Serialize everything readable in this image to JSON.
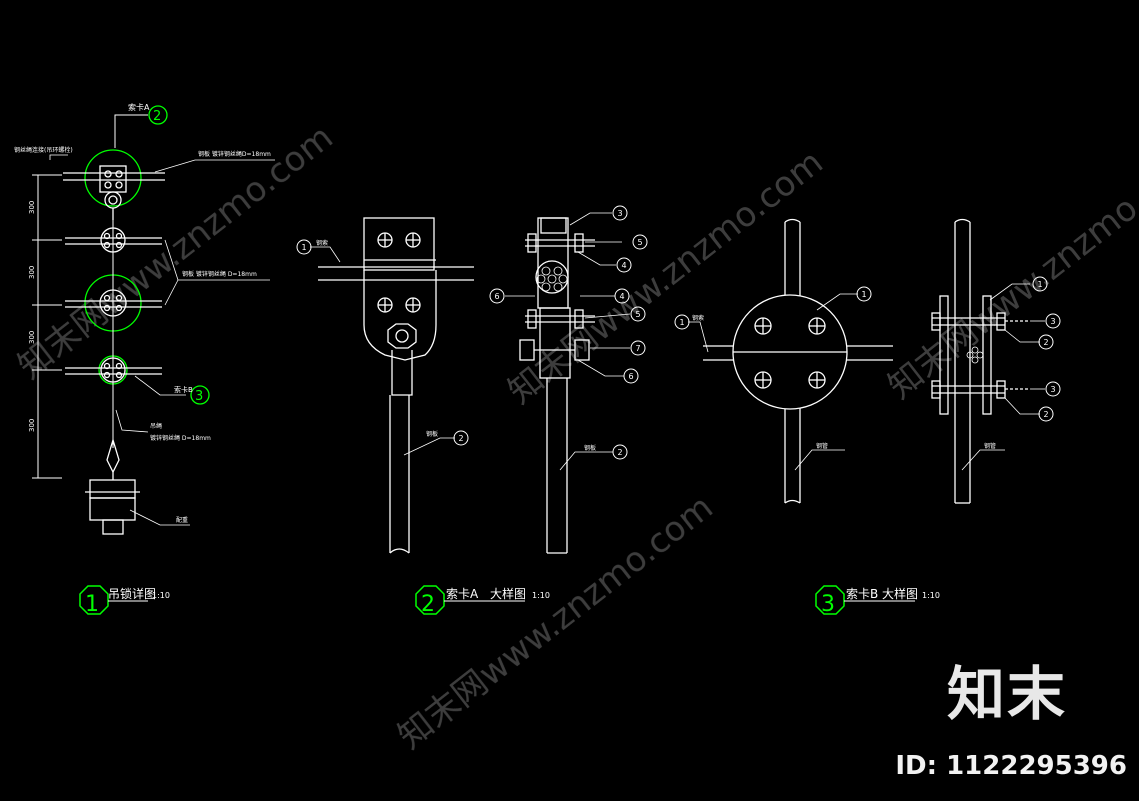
{
  "colors": {
    "background": "#000000",
    "line": "#ffffff",
    "callout": "#00ff00",
    "text": "#ffffff",
    "watermark": "#8a8a8a"
  },
  "detail1": {
    "num": "1",
    "title": "吊锁详图",
    "scale": "1:10",
    "ref_a_label": "索卡A",
    "ref_a_num": "2",
    "ref_b_label": "索卡B",
    "ref_b_num": "3",
    "dims": [
      "300",
      "300",
      "300",
      "300"
    ],
    "note_left": "钢丝绳连接(吊环螺栓)",
    "note_right_top": "钢板  镀锌钢丝绳D=18mm",
    "note_mid": "钢板  镀锌钢丝绳 D=18mm",
    "note_cable_a": "吊绳",
    "note_cable_b": "镀锌钢丝绳 D=18mm",
    "note_weight": "配重"
  },
  "detail2": {
    "num": "2",
    "title": "索卡A",
    "title2": "大样图",
    "scale": "1:10",
    "front_label": "钢索",
    "front_rod": "钢板",
    "side_rod": "钢板",
    "callouts": [
      "3",
      "5",
      "4",
      "6",
      "4",
      "5",
      "7",
      "6"
    ],
    "front_callouts": [
      "1",
      "2"
    ],
    "side_callout_rod": "2"
  },
  "detail3": {
    "num": "3",
    "title": "索卡B",
    "title2": "大样图",
    "scale": "1:10",
    "front_label": "钢索",
    "front_rod": "钢管",
    "side_rod": "钢管",
    "front_callout": "1",
    "side_callouts": [
      "1",
      "3",
      "2",
      "3",
      "2"
    ]
  },
  "watermark": {
    "text": "知末网www.znzmo.com",
    "brand": "知末",
    "id": "ID: 1122295396"
  }
}
